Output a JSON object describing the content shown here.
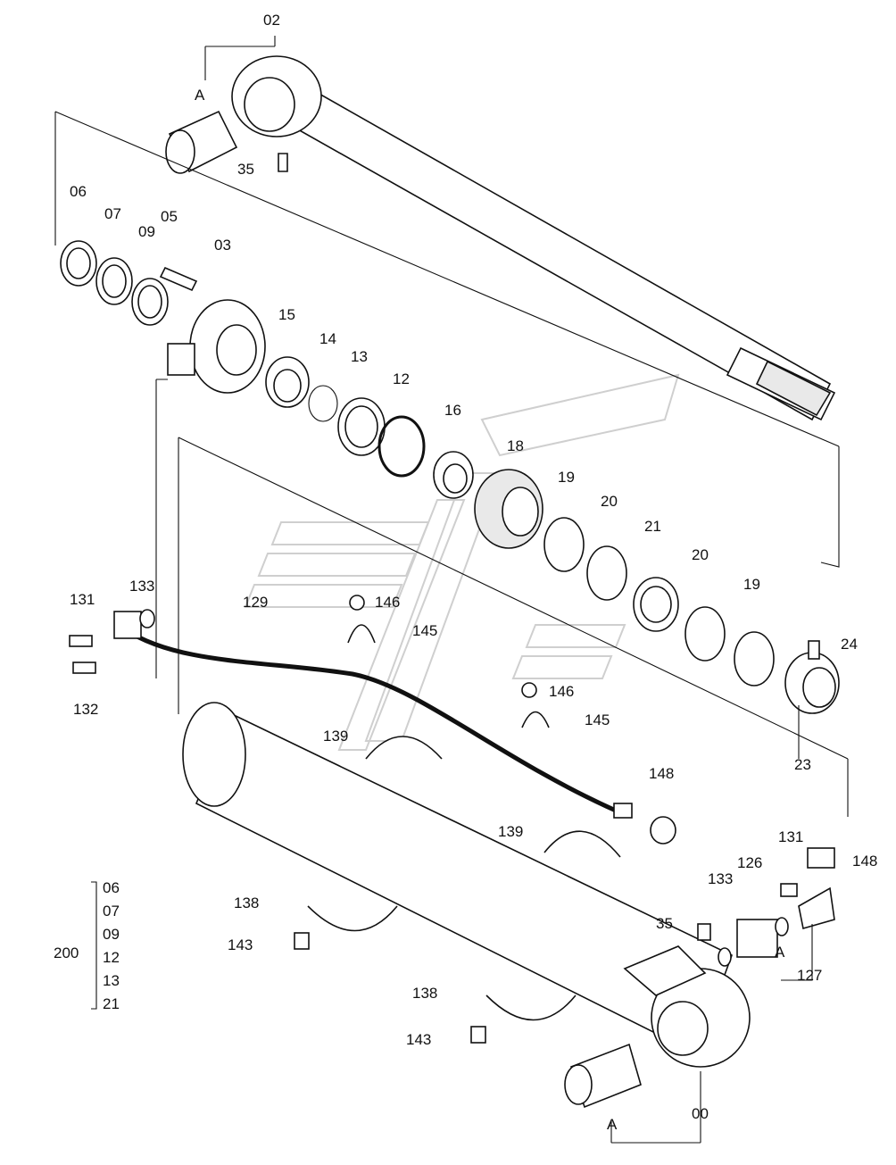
{
  "labels": {
    "l02": "02",
    "lA_top": "A",
    "l35_top": "35",
    "l06": "06",
    "l07": "07",
    "l09": "09",
    "l05": "05",
    "l03": "03",
    "l15": "15",
    "l14": "14",
    "l13": "13",
    "l12": "12",
    "l16": "16",
    "l18": "18",
    "l19a": "19",
    "l20a": "20",
    "l21": "21",
    "l20b": "20",
    "l19b": "19",
    "l24": "24",
    "l23": "23",
    "l131a": "131",
    "l133a": "133",
    "l129": "129",
    "l146a": "146",
    "l145a": "145",
    "l132": "132",
    "l146b": "146",
    "l145b": "145",
    "l139a": "139",
    "l148a": "148",
    "l139b": "139",
    "l131b": "131",
    "l148b": "148",
    "l133b": "133",
    "l126": "126",
    "l138a": "138",
    "l35_bot": "35",
    "lA_mid": "A",
    "l127": "127",
    "l143a": "143",
    "l138b": "138",
    "l143b": "143",
    "l00": "00",
    "lA_bot": "A"
  },
  "kit": {
    "number": "200",
    "items": [
      "06",
      "07",
      "09",
      "12",
      "13",
      "21"
    ]
  }
}
